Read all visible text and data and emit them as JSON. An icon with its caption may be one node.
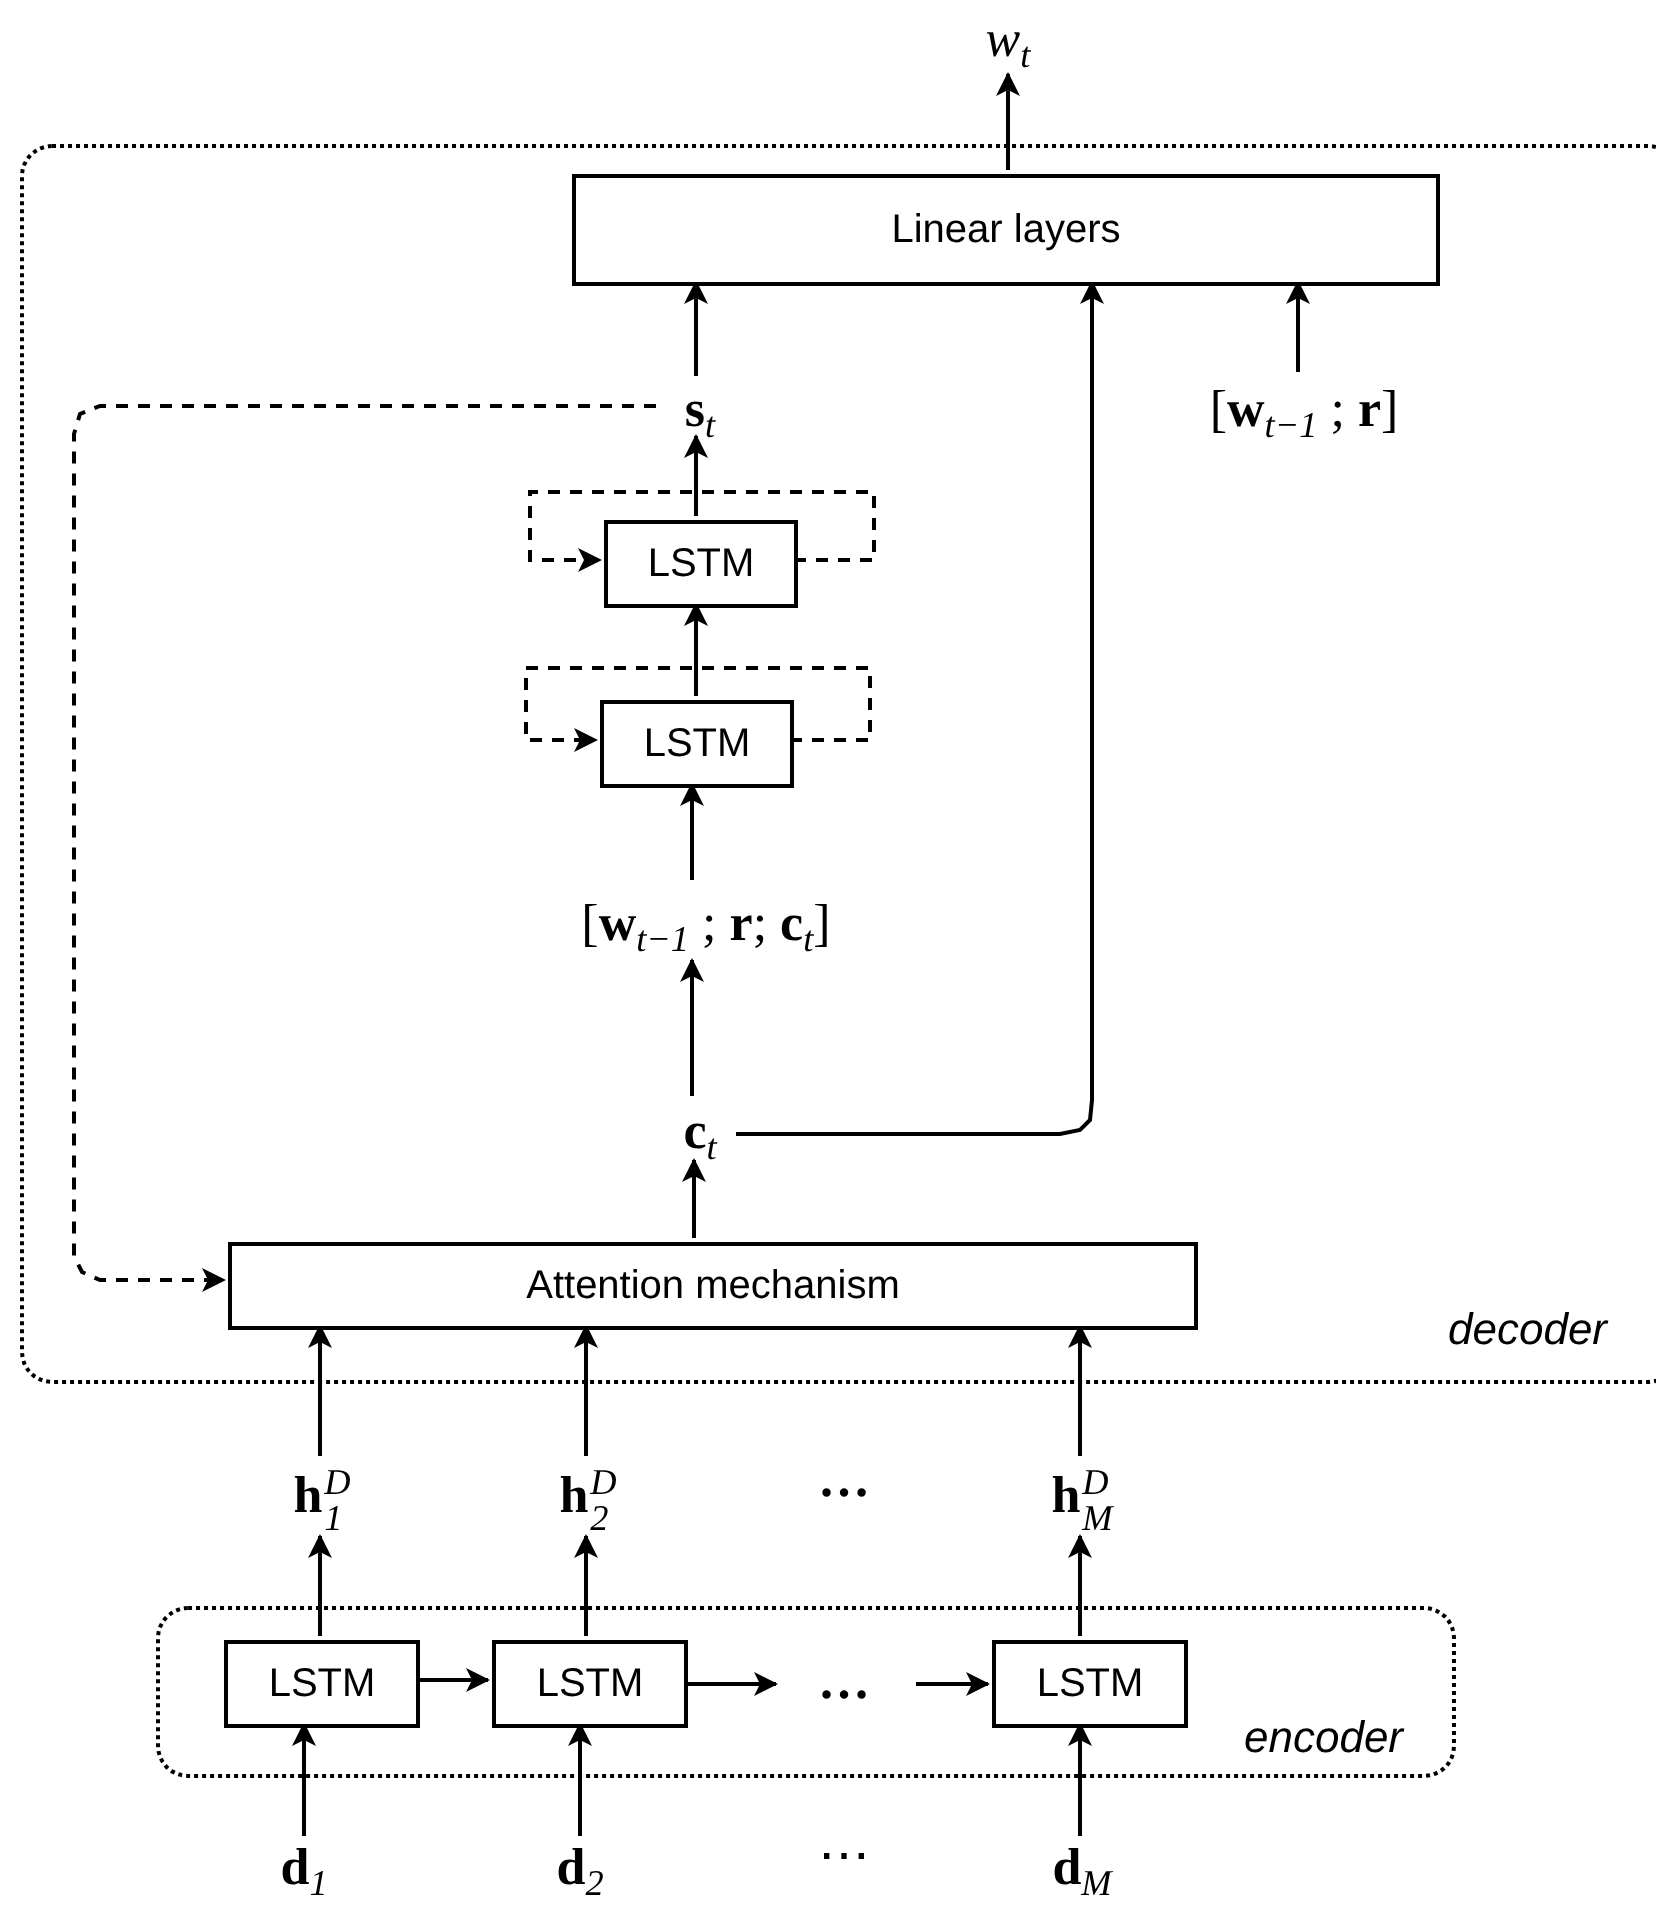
{
  "diagram": {
    "nodes": [
      {
        "text": [
          "decoder"
        ]
      },
      {
        "text": [
          "Linear layers"
        ],
        "in": 0
      },
      {
        "text": [
          "*w*$_{t}$"
        ]
      },
      {
        "text": [
          "**s**$_{t}$"
        ],
        "in": 0
      },
      {
        "text": [
          "[**w**$_{t−1}$ ; **r**]"
        ],
        "in": 0
      },
      {
        "text": [
          "LSTM"
        ],
        "in": 0
      },
      {
        "text": [
          "LSTM"
        ],
        "in": 0
      },
      {
        "text": [
          "[**w**$_{t−1}$ ; **r**; **c**$_{t}$]"
        ],
        "in": 0
      },
      {
        "text": [
          "**c**$_{t}$"
        ],
        "in": 0
      },
      {
        "text": [
          "Attention mechanism"
        ],
        "in": 0
      },
      {
        "text": [
          "encoder"
        ]
      },
      {
        "text": [
          "LSTM"
        ],
        "in": 10
      },
      {
        "text": [
          "LSTM"
        ],
        "in": 10
      },
      {
        "text": [
          "LSTM"
        ],
        "in": 10
      },
      {
        "text": [
          "**h**$_{1}$$^{D}$"
        ]
      },
      {
        "text": [
          "**h**$_{2}$$^{D}$"
        ]
      },
      {
        "text": [
          "**h**$_{M}$$^{D}$"
        ]
      },
      {
        "text": [
          "**d**$_{1}$"
        ]
      },
      {
        "text": [
          "**d**$_{2}$"
        ]
      },
      {
        "text": [
          "**d**$_{M}$"
        ]
      }
    ],
    "edges": [
      {
        "from": 1,
        "to": 2,
        "arrow": "to"
      },
      {
        "from": 3,
        "to": 1,
        "arrow": "to"
      },
      {
        "from": 4,
        "to": 1,
        "arrow": "to"
      },
      {
        "from": 5,
        "to": 3,
        "arrow": "to"
      },
      {
        "from": 6,
        "to": 5,
        "arrow": "to"
      },
      {
        "from": 5,
        "to": 5,
        "arrow": "to",
        "style": "dashed"
      },
      {
        "from": 6,
        "to": 6,
        "arrow": "to",
        "style": "dashed"
      },
      {
        "from": 7,
        "to": 6,
        "arrow": "to"
      },
      {
        "from": 8,
        "to": 7,
        "arrow": "to"
      },
      {
        "from": 8,
        "to": 1,
        "arrow": "to"
      },
      {
        "from": 9,
        "to": 8,
        "arrow": "to"
      },
      {
        "from": 3,
        "to": 9,
        "arrow": "to",
        "style": "dashed"
      },
      {
        "from": 14,
        "to": 9,
        "arrow": "to"
      },
      {
        "from": 15,
        "to": 9,
        "arrow": "to"
      },
      {
        "from": 16,
        "to": 9,
        "arrow": "to"
      },
      {
        "from": 11,
        "to": 14,
        "arrow": "to"
      },
      {
        "from": 12,
        "to": 15,
        "arrow": "to"
      },
      {
        "from": 13,
        "to": 16,
        "arrow": "to"
      },
      {
        "from": 11,
        "to": 12,
        "arrow": "to"
      },
      {
        "from": 12,
        "to": null,
        "arrow": "to"
      },
      {
        "from": null,
        "to": 13,
        "arrow": "to"
      },
      {
        "from": 17,
        "to": 11,
        "arrow": "to"
      },
      {
        "from": 18,
        "to": 12,
        "arrow": "to"
      },
      {
        "from": 19,
        "to": 13,
        "arrow": "to"
      }
    ],
    "labels": [
      "…",
      "…",
      "⋯"
    ]
  }
}
